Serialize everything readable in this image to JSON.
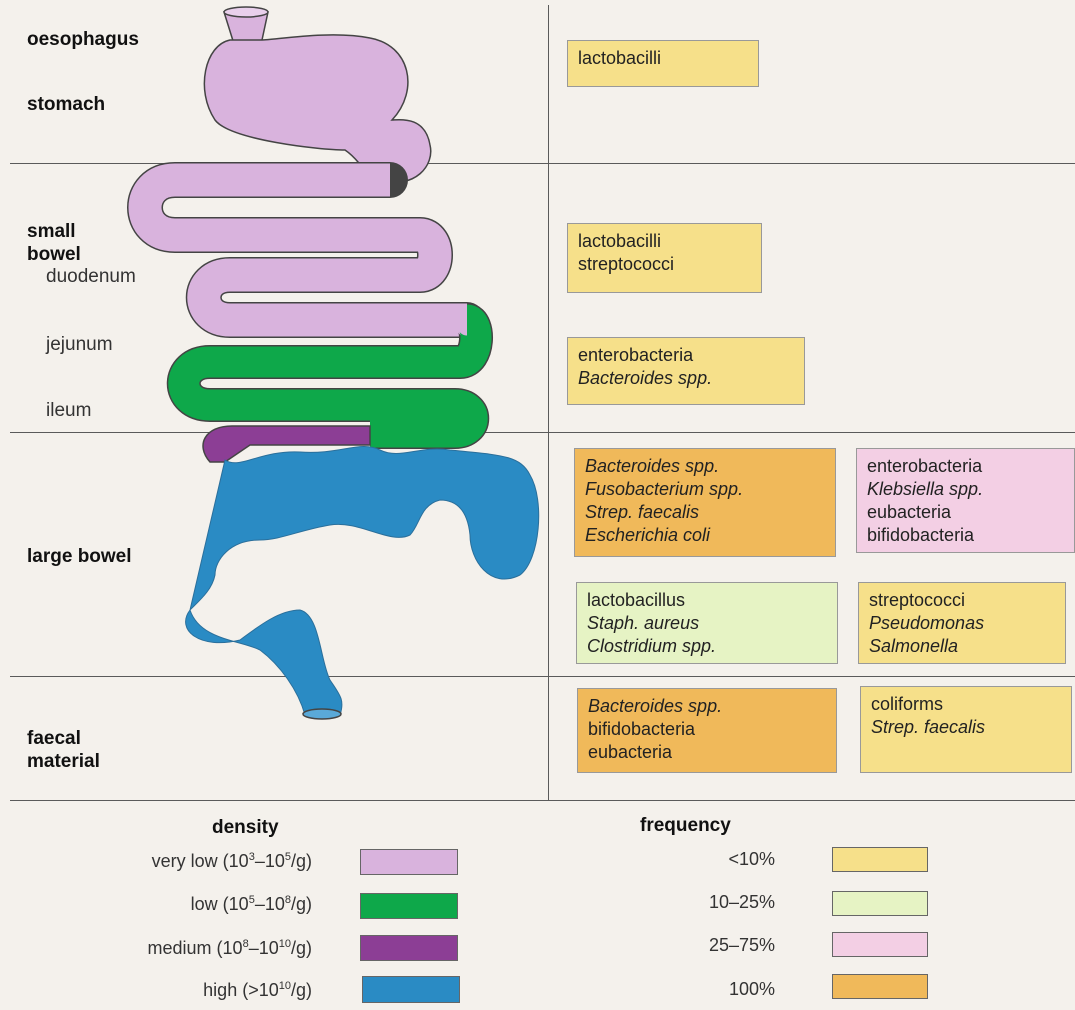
{
  "colors": {
    "very_low": "#d9b3dd",
    "low": "#0ea84a",
    "medium": "#8c3e95",
    "high": "#2a8bc4",
    "freq_lt10": "#f6e08a",
    "freq_10_25": "#e6f3c4",
    "freq_25_75": "#f3cfe4",
    "freq_100": "#f0b95a"
  },
  "regions": {
    "oesophagus": "oesophagus",
    "stomach": "stomach",
    "small_bowel": "small bowel",
    "duodenum": "duodenum",
    "jejunum": "jejunum",
    "ileum": "ileum",
    "large_bowel": "large bowel",
    "faecal": "faecal material"
  },
  "flora": {
    "stomach": [
      "lactobacilli"
    ],
    "duodenum": [
      "lactobacilli",
      "streptococci"
    ],
    "jejunum_ileum": [
      "enterobacteria",
      "Bacteroides spp."
    ],
    "large_bowel_a": [
      "Bacteroides spp.",
      "Fusobacterium spp.",
      "Strep. faecalis",
      "Escherichia coli"
    ],
    "large_bowel_b": [
      "enterobacteria",
      "Klebsiella spp.",
      "eubacteria",
      "bifidobacteria"
    ],
    "large_bowel_c": [
      "lactobacillus",
      "Staph. aureus",
      "Clostridium spp."
    ],
    "large_bowel_d": [
      "streptococci",
      "Pseudomonas",
      "Salmonella"
    ],
    "faecal_a": [
      "Bacteroides spp.",
      "bifidobacteria",
      "eubacteria"
    ],
    "faecal_b": [
      "coliforms",
      "Strep. faecalis"
    ]
  },
  "legend": {
    "density_title": "density",
    "frequency_title": "frequency",
    "density": {
      "very_low": {
        "pre": "very low (10",
        "e1": "3",
        "mid": "–10",
        "e2": "5",
        "post": "/g)"
      },
      "low": {
        "pre": "low (10",
        "e1": "5",
        "mid": "–10",
        "e2": "8",
        "post": "/g)"
      },
      "medium": {
        "pre": "medium (10",
        "e1": "8",
        "mid": "–10",
        "e2": "10",
        "post": "/g)"
      },
      "high": {
        "pre": "high (>10",
        "e1": "10",
        "mid": "",
        "e2": "",
        "post": "/g)"
      }
    },
    "frequency": [
      "<10%",
      "10–25%",
      "25–75%",
      "100%"
    ]
  }
}
